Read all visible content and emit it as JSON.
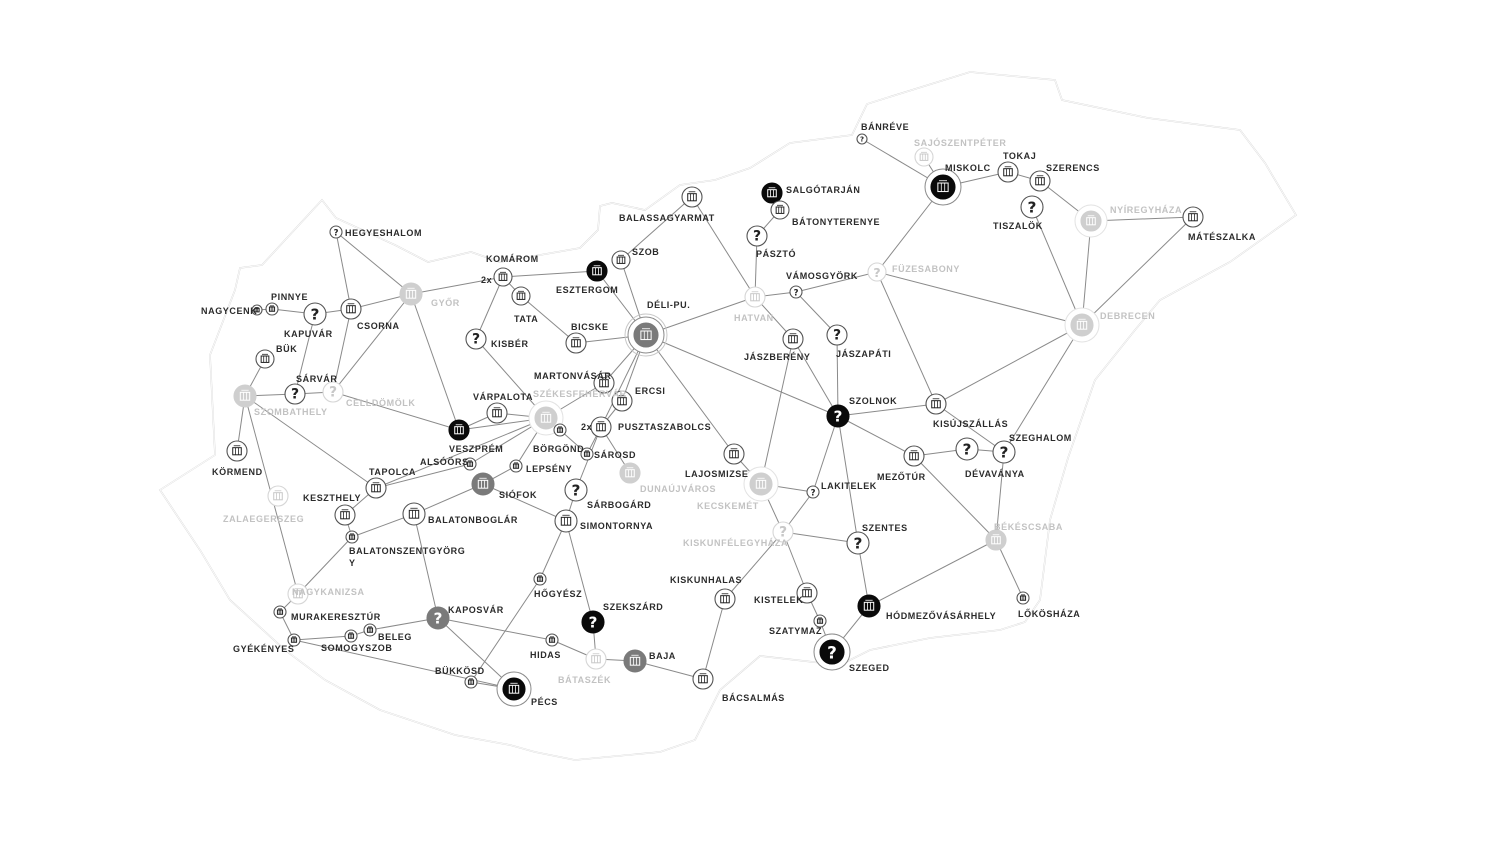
{
  "colors": {
    "border": "#d4d4d4",
    "edge": "#8a8a8a",
    "dark_text": "#2b2b2b",
    "light_text": "#c2c2c2",
    "black": "#0a0a0a",
    "gray": "#7a7a7a"
  },
  "map": {
    "stations": [
      {
        "id": "banreve",
        "label": "BÁNRÉVE"
      },
      {
        "id": "sajoszentpeter",
        "label": "SAJÓSZENTPÉTER"
      },
      {
        "id": "miskolc",
        "label": "MISKOLC"
      },
      {
        "id": "tokaj",
        "label": "TOKAJ"
      },
      {
        "id": "szerencs",
        "label": "SZERENCS"
      },
      {
        "id": "tiszalok",
        "label": "TISZALÖK"
      },
      {
        "id": "nyiregyhaza",
        "label": "NYÍREGYHÁZA"
      },
      {
        "id": "mateszalka",
        "label": "MÁTÉSZALKA"
      },
      {
        "id": "debrecen",
        "label": "DEBRECEN"
      },
      {
        "id": "fuzesabony",
        "label": "FÜZESABONY"
      },
      {
        "id": "salgotarjan",
        "label": "SALGÓTARJÁN"
      },
      {
        "id": "batonyterenye",
        "label": "BÁTONYTERENYE"
      },
      {
        "id": "paszto",
        "label": "PÁSZTÓ"
      },
      {
        "id": "vamosgyork",
        "label": "VÁMOSGYÖRK"
      },
      {
        "id": "hatvan",
        "label": "HATVAN"
      },
      {
        "id": "jaszbereny",
        "label": "JÁSZBERÉNY"
      },
      {
        "id": "jaszapati",
        "label": "JÁSZAPÁTI"
      },
      {
        "id": "balassagyarmat",
        "label": "BALASSAGYARMAT"
      },
      {
        "id": "szob",
        "label": "SZOB"
      },
      {
        "id": "esztergom",
        "label": "ESZTERGOM"
      },
      {
        "id": "komarom",
        "label": "KOMÁROM"
      },
      {
        "id": "tata",
        "label": "TATA"
      },
      {
        "id": "bicske",
        "label": "BICSKE"
      },
      {
        "id": "deli",
        "label": "DÉLI-PU."
      },
      {
        "id": "kisber",
        "label": "KISBÉR"
      },
      {
        "id": "hegyeshalom",
        "label": "HEGYESHALOM"
      },
      {
        "id": "gyor",
        "label": "GYŐR"
      },
      {
        "id": "csorna",
        "label": "CSORNA"
      },
      {
        "id": "kapuvar",
        "label": "KAPUVÁR"
      },
      {
        "id": "pinnye",
        "label": "PINNYE"
      },
      {
        "id": "nagycenk",
        "label": "NAGYCENK"
      },
      {
        "id": "buk",
        "label": "BÜK"
      },
      {
        "id": "sarvar",
        "label": "SÁRVÁR"
      },
      {
        "id": "celldomolk",
        "label": "CELLDÖMÖLK"
      },
      {
        "id": "szombathely",
        "label": "SZOMBATHELY"
      },
      {
        "id": "kormend",
        "label": "KÖRMEND"
      },
      {
        "id": "zalaegerszeg",
        "label": "ZALAEGERSZEG"
      },
      {
        "id": "nagykanizsa",
        "label": "NAGYKANIZSA"
      },
      {
        "id": "murakeresztur",
        "label": "MURAKERESZTÚR"
      },
      {
        "id": "gyekenyes",
        "label": "GYÉKÉNYES"
      },
      {
        "id": "somogyszob",
        "label": "SOMOGYSZOB"
      },
      {
        "id": "beleg",
        "label": "BELEG"
      },
      {
        "id": "kaposvar",
        "label": "KAPOSVÁR"
      },
      {
        "id": "balatonszentgyorgy",
        "label": "BALATONSZENTGYÖRG"
      },
      {
        "id": "balatonszentgyorgy2",
        "label": "Y"
      },
      {
        "id": "keszthely",
        "label": "KESZTHELY"
      },
      {
        "id": "tapolca",
        "label": "TAPOLCA"
      },
      {
        "id": "balatonboglar",
        "label": "BALATONBOGLÁR"
      },
      {
        "id": "alsoors",
        "label": "ALSÓÖRS"
      },
      {
        "id": "veszprem",
        "label": "VESZPRÉM"
      },
      {
        "id": "varpalota",
        "label": "VÁRPALOTA"
      },
      {
        "id": "szekesfehervar",
        "label": "SZÉKESFEHÉRVÁR"
      },
      {
        "id": "martonvasar",
        "label": "MARTONVÁSÁR"
      },
      {
        "id": "ercsi",
        "label": "ERCSI"
      },
      {
        "id": "pusztaszabolcs",
        "label": "PUSZTASZABOLCS"
      },
      {
        "id": "borgond",
        "label": "BÖRGÖND"
      },
      {
        "id": "sarosd",
        "label": "SÁROSD"
      },
      {
        "id": "lepseny",
        "label": "LEPSÉNY"
      },
      {
        "id": "siofok",
        "label": "SIÓFOK"
      },
      {
        "id": "dunaujvaros",
        "label": "DUNAÚJVÁROS"
      },
      {
        "id": "sarbogard",
        "label": "SÁRBOGÁRD"
      },
      {
        "id": "simontornya",
        "label": "SIMONTORNYA"
      },
      {
        "id": "hogyesz",
        "label": "HŐGYÉSZ"
      },
      {
        "id": "szekszard",
        "label": "SZEKSZÁRD"
      },
      {
        "id": "bukkosd",
        "label": "BÜKKÖSD"
      },
      {
        "id": "pecs",
        "label": "PÉCS"
      },
      {
        "id": "hidas",
        "label": "HIDAS"
      },
      {
        "id": "bataszek",
        "label": "BÁTASZÉK"
      },
      {
        "id": "baja",
        "label": "BAJA"
      },
      {
        "id": "bacsalmas",
        "label": "BÁCSALMÁS"
      },
      {
        "id": "kiskunhalas",
        "label": "KISKUNHALAS"
      },
      {
        "id": "kistelek",
        "label": "KISTELEK"
      },
      {
        "id": "szatymaz",
        "label": "SZATYMAZ"
      },
      {
        "id": "szeged",
        "label": "SZEGED"
      },
      {
        "id": "hodmezovasarhely",
        "label": "HÓDMEZŐVÁSÁRHELY"
      },
      {
        "id": "lokoshaza",
        "label": "LŐKÖSHÁZA"
      },
      {
        "id": "bekescsaba",
        "label": "BÉKÉSCSABA"
      },
      {
        "id": "szentes",
        "label": "SZENTES"
      },
      {
        "id": "kiskunfelegyhaza",
        "label": "KISKUNFÉLEGYHÁZA"
      },
      {
        "id": "kecskemet",
        "label": "KECSKEMÉT"
      },
      {
        "id": "lakitelek",
        "label": "LAKITELEK"
      },
      {
        "id": "lajosmizse",
        "label": "LAJOSMIZSE"
      },
      {
        "id": "szolnok",
        "label": "SZOLNOK"
      },
      {
        "id": "mezotur",
        "label": "MEZŐTÚR"
      },
      {
        "id": "kisujszallas",
        "label": "KISÚJSZÁLLÁS"
      },
      {
        "id": "devavanya",
        "label": "DÉVAVÁNYA"
      },
      {
        "id": "szeghalom",
        "label": "SZEGHALOM"
      }
    ],
    "multipliers": {
      "komarom": "2x",
      "pusztaszabolcs": "2x"
    },
    "question_mark": "?"
  }
}
